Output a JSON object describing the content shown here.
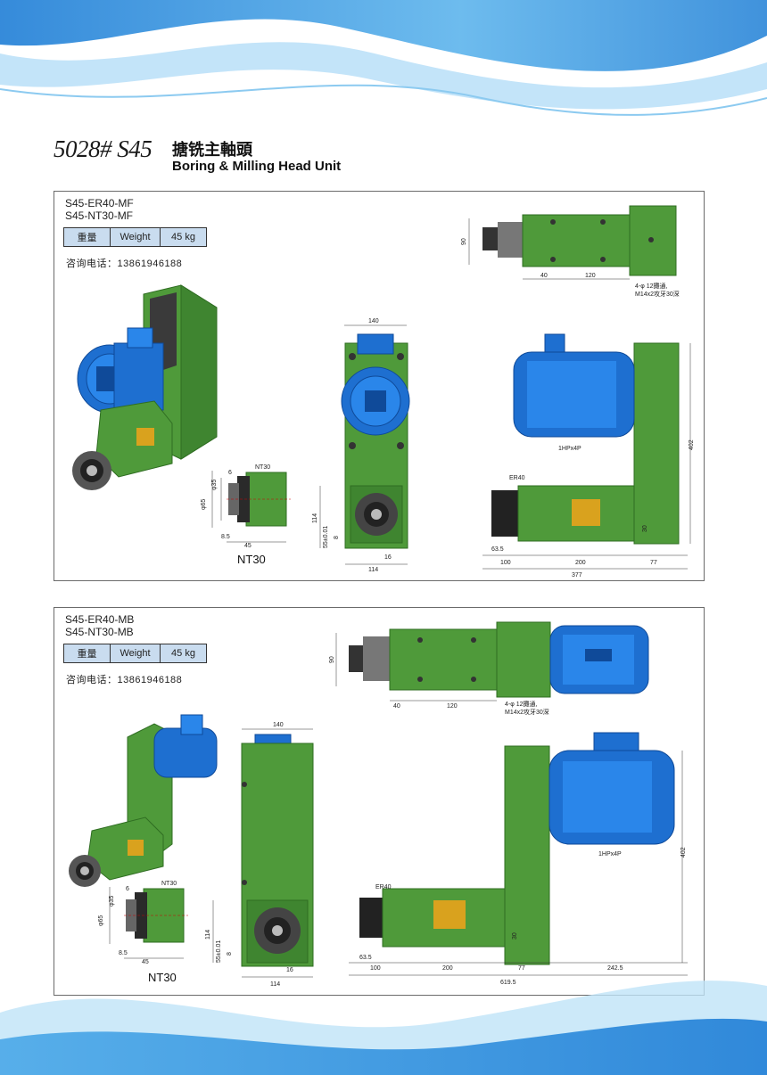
{
  "header": {
    "model": "5028# S45",
    "title_cn": "搪铣主軸頭",
    "title_en": "Boring & Milling Head Unit"
  },
  "panels": [
    {
      "models": [
        "S45-ER40-MF",
        "S45-NT30-MF"
      ],
      "spec": {
        "label_cn": "重量",
        "label_en": "Weight",
        "value": "45 kg"
      },
      "contact": "咨询电话：13861946188",
      "dims": {
        "top_h": "90",
        "top_40": "40",
        "top_120": "120",
        "hole_note_1": "4-φ 12攤通,",
        "hole_note_2": "M14x2攻牙30深",
        "front_w": "140",
        "front_114": "114",
        "front_114b": "114",
        "front_55": "55±0.01",
        "front_8": "8",
        "front_16": "16",
        "nt_label": "NT30",
        "nt_label_big": "NT30",
        "nt_6": "6",
        "nt_35": "φ35",
        "nt_65": "φ65",
        "nt_85": "8.5",
        "nt_45": "45",
        "side_er": "ER40",
        "side_motor": "1HPx4P",
        "side_402": "402",
        "side_635": "63.5",
        "side_100": "100",
        "side_200": "200",
        "side_77": "77",
        "side_377": "377",
        "side_30": "30"
      }
    },
    {
      "models": [
        "S45-ER40-MB",
        "S45-NT30-MB"
      ],
      "spec": {
        "label_cn": "重量",
        "label_en": "Weight",
        "value": "45 kg"
      },
      "contact": "咨询电话：13861946188",
      "dims": {
        "top_h": "90",
        "top_40": "40",
        "top_120": "120",
        "hole_note_1": "4-φ 12攤通,",
        "hole_note_2": "M14x2攻牙30深",
        "front_w": "140",
        "front_114": "114",
        "front_114b": "114",
        "front_55": "55±0.01",
        "front_8": "8",
        "front_16": "16",
        "nt_label": "NT30",
        "nt_label_big": "NT30",
        "nt_6": "6",
        "nt_35": "φ35",
        "nt_65": "φ65",
        "nt_85": "8.5",
        "nt_45": "45",
        "side_er": "ER40",
        "side_motor": "1HPx4P",
        "side_402": "402",
        "side_635": "63.5",
        "side_100": "100",
        "side_200": "200",
        "side_77": "77",
        "side_2425": "242.5",
        "side_6195": "619.5",
        "side_30": "30"
      }
    }
  ],
  "colors": {
    "green": "#4f9a3a",
    "green_dark": "#2f6d22",
    "motor_blue": "#1e6fd0",
    "cell_blue": "#c9dcef",
    "brass": "#d9a21e"
  }
}
